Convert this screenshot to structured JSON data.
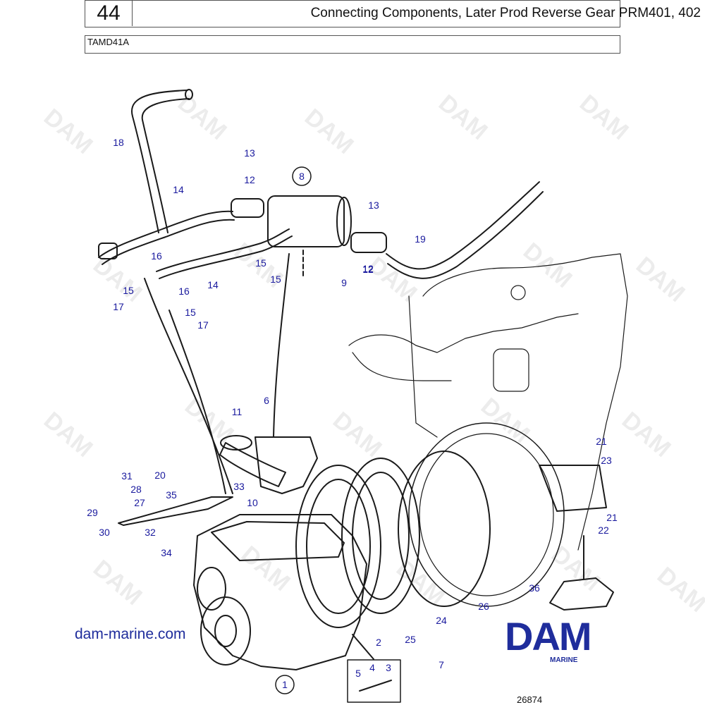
{
  "header": {
    "page_number": "44",
    "title": "Connecting Components, Later Prod Reverse Gear PRM401, 402",
    "model": "TAMD41A"
  },
  "watermark_text": "DAM",
  "callouts": [
    "18",
    "13",
    "12",
    "14",
    "8",
    "13",
    "12",
    "19",
    "16",
    "15",
    "14",
    "15",
    "9",
    "12",
    "15",
    "16",
    "17",
    "15",
    "17",
    "6",
    "11",
    "20",
    "31",
    "28",
    "35",
    "33",
    "29",
    "27",
    "10",
    "30",
    "32",
    "34",
    "21",
    "23",
    "21",
    "22",
    "36",
    "26",
    "24",
    "2",
    "25",
    "7",
    "5",
    "4",
    "3",
    "1"
  ],
  "footer": {
    "website": "dam-marine.com",
    "logo_text": "DAM",
    "logo_subtext": "MARINE",
    "drawing_ref": "26874"
  },
  "colors": {
    "callout": "#1a1a9e",
    "brand": "#1f2d9c",
    "line": "#1a1a1a"
  }
}
